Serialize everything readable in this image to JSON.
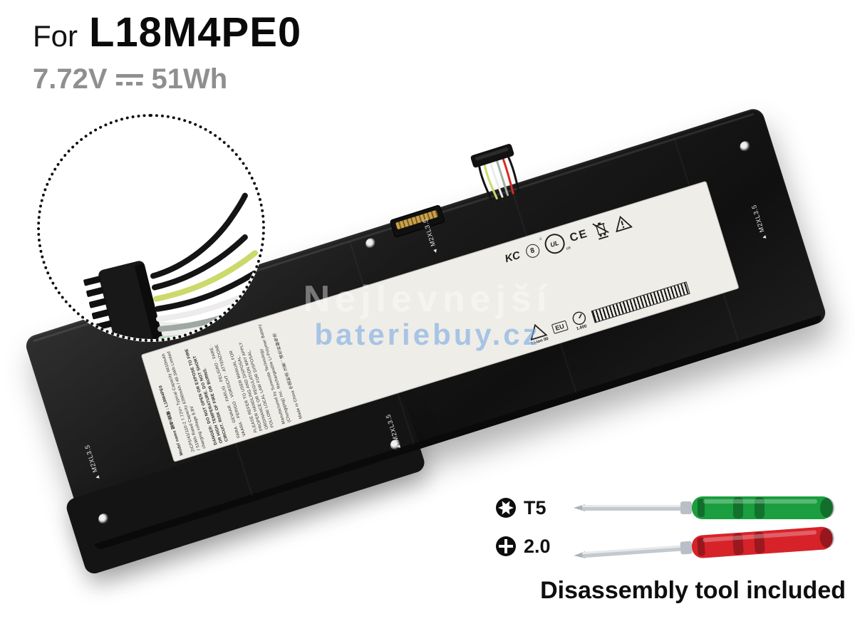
{
  "header": {
    "prefix": "For",
    "model": "L18M4PE0",
    "voltage": "7.72V",
    "capacity": "51Wh"
  },
  "watermark": {
    "line1": "Nejlevnejší",
    "line2": "bateriebuy.cz"
  },
  "battery": {
    "marker_text": "M2XL3.5",
    "marker_triangle_up": "▲",
    "marker_triangle_left": "◄",
    "label": {
      "columns": [
        "Model name 型号/型號 : L18M4PE0",
        "2ICP5/41/110-2  7.72V= Typical Capacity 6610mAh / 51Wh  Rated Capacity 6390mAh / 49.3Wh  Limited charging voltage 8.8V",
        "DANGER: DO NOT OPEN OR EXPOSE TO FIRE OR HIGH TEMPERATURE. DO NOT SHORT CIRCUIT. RISK OF FIRE OR BURNS.",
        "FARA · GEVAAR · FARLIG · PELIGRO · FARE · VAARA · PERIGO · VORSICHT · ATTENZIONE",
        "PLEASE REFER TO USER MANUAL FOR PROPER HANDLING AND DISPOSAL. ORDINANCE OR REGULATION MAY APPLY. FOLLOW LOCAL LAW FOR DISPOSAL.",
        "Manufactured by Sunwoda Technology (Chongqing) Inc.  Rechargeable Li-Polymer Battery",
        "Made in China 中国制造  注意：请勿拆解电池"
      ],
      "marks": {
        "kc": "KC",
        "rohs": "8",
        "ul": "UL",
        "ul_c": "c",
        "ul_us": "us",
        "ce": "CE",
        "eu": "EU",
        "li_ion": "Li-ion 00",
        "gauge": "1.800"
      }
    }
  },
  "tools": {
    "items": [
      {
        "icon": "torx",
        "label": "T5",
        "handle_color": "#1a9e3f"
      },
      {
        "icon": "phillips",
        "label": "2.0",
        "handle_color": "#d7222a"
      }
    ],
    "caption": "Disassembly tool included"
  },
  "colors": {
    "battery": "#161616",
    "label": "#efede7",
    "subtitle_gray": "#8f8f8f",
    "watermark_blue": "#76a8e4"
  }
}
